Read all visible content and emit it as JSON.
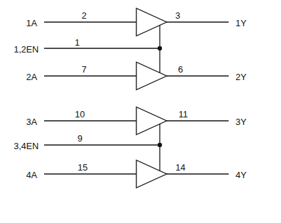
{
  "diagram": {
    "labels": [
      "1A",
      "2",
      "3",
      "1Y",
      "1,2EN",
      "1",
      "2A",
      "7",
      "6",
      "2Y",
      "3A",
      "10",
      "11",
      "3Y",
      "3,4EN",
      "9",
      "4A",
      "15",
      "14",
      "4Y"
    ]
  }
}
